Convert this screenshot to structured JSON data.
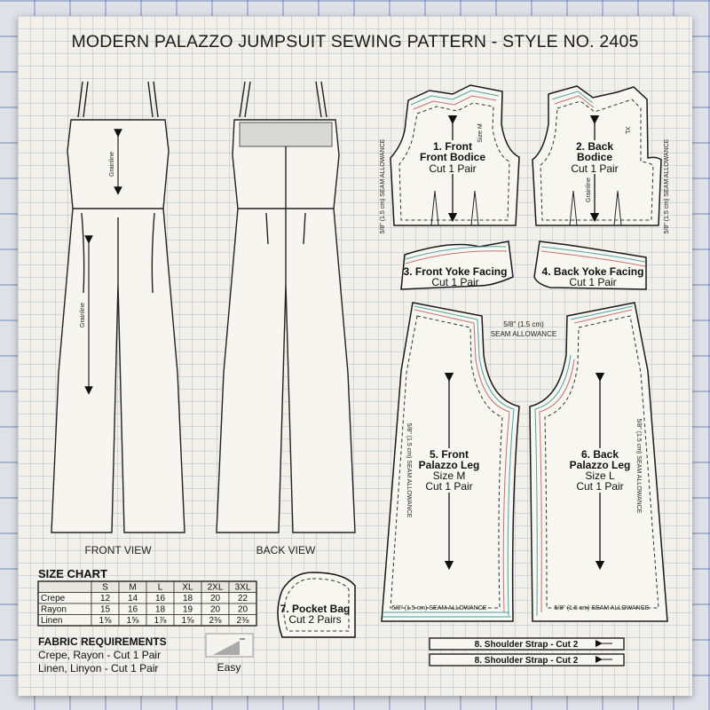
{
  "title": "MODERN PALAZZO JUMPSUIT SEWING PATTERN - STYLE NO. 2405",
  "views": {
    "front": "FRONT VIEW",
    "back": "BACK VIEW",
    "grainline": "Grainline"
  },
  "pieces": [
    {
      "num": "1. Front",
      "name": "Front Bodice",
      "cut": "Cut 1 Pair",
      "size_mark": "Size M",
      "seam_note": "5/8\" (1.5 cm) SEAM ALLOWANCE"
    },
    {
      "num": "2. Back",
      "name": "Bodice",
      "cut": "Cut 1 Pair",
      "size_mark": "XL",
      "grainline": "Grainline",
      "seam_note": "5/8\" (1.5 cm) SEAM ALLOWANCE"
    },
    {
      "name": "3. Front Yoke Facing",
      "cut": "Cut 1 Pair"
    },
    {
      "name": "4. Back Yoke Facing",
      "cut": "Cut 1 Pair"
    },
    {
      "num": "5. Front",
      "name": "Palazzo Leg",
      "size": "Size M",
      "cut": "Cut 1 Pair",
      "seam_note": "5/8\" (1.5 cm) SEAM ALLOWANCE"
    },
    {
      "num": "6. Back",
      "name": "Palazzo Leg",
      "size": "Size L",
      "cut": "Cut 1 Pair",
      "seam_note": "5/8\" (1.5 cm) SEAM ALLOWANCE"
    },
    {
      "name": "7. Pocket Bag",
      "cut": "Cut 2 Pairs"
    },
    {
      "name": "8. Shoulder Strap - Cut 2"
    },
    {
      "name": "8. Shoulder Strap - Cut 2"
    }
  ],
  "seam_allowance_center": {
    "line1": "5/8\" (1.5 cm)",
    "line2": "SEAM ALLOWANCE"
  },
  "size_chart": {
    "title": "SIZE CHART",
    "headers": [
      "",
      "S",
      "M",
      "L",
      "XL",
      "2XL",
      "3XL"
    ],
    "rows": [
      [
        "Crepe",
        "12",
        "14",
        "16",
        "18",
        "20",
        "22"
      ],
      [
        "Rayon",
        "15",
        "16",
        "18",
        "19",
        "20",
        "20"
      ],
      [
        "Linen",
        "1⅝",
        "1⅝",
        "1⅞",
        "1⅝",
        "2⅜",
        "2⅜"
      ]
    ]
  },
  "fabric_requirements": {
    "title": "FABRIC REQUIREMENTS",
    "lines": [
      "Crepe, Rayon - Cut 1 Pair",
      "Linen, Linyon - Cut 1 Pair"
    ]
  },
  "difficulty": {
    "label": "Easy",
    "level": "easy"
  },
  "colors": {
    "pattern_line": "#1a1a1a",
    "size_line_red": "#c8706e",
    "size_line_teal": "#4fa3a0",
    "grid": "#a8bcd6",
    "paper": "#f2f0e9"
  }
}
